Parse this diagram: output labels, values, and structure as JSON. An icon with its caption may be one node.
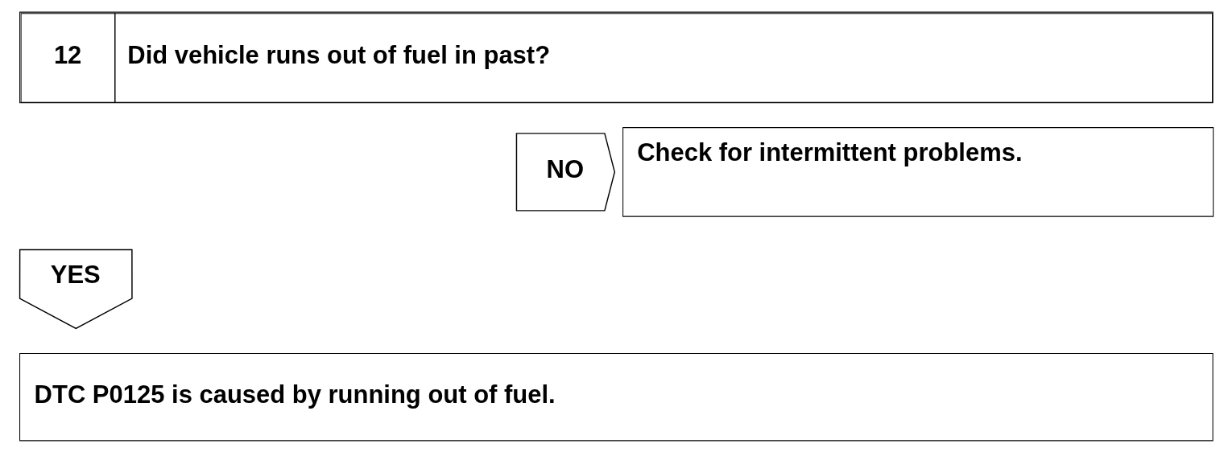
{
  "diagram": {
    "nodes": [
      {
        "text": [
          "12",
          "Did vehicle runs out of fuel in past?"
        ]
      },
      {
        "text": [
          "NO"
        ]
      },
      {
        "text": [
          "Check for intermittent problems."
        ]
      },
      {
        "text": [
          "YES"
        ]
      },
      {
        "text": [
          "DTC P0125 is caused by running out of fuel."
        ]
      }
    ]
  }
}
